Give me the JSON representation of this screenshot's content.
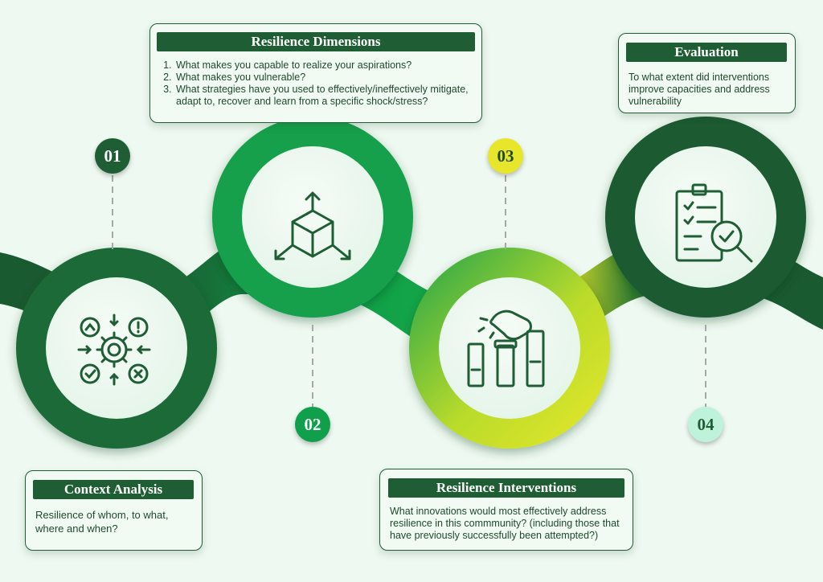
{
  "steps": [
    {
      "number": "01",
      "title": "Context Analysis",
      "text": "Resilience of whom, to what, where and when?"
    },
    {
      "number": "02",
      "title": "Resilience Dimensions",
      "items": [
        "What makes you capable to realize your aspirations?",
        "What makes you vulnerable?",
        " What strategies have you used to effectively/ineffectively mitigate, adapt to, recover and learn from a specific shock/stress?"
      ]
    },
    {
      "number": "03",
      "title": "Resilience Interventions",
      "text": "What innovations would most effectively address resilience in this commmunity? (including those that have previously successfully been attempted?)"
    },
    {
      "number": "04",
      "title": "Evaluation",
      "text": "To what extent did interventions improve capacities and address vulnerability"
    }
  ],
  "icons": [
    "context-analysis-gear-icon",
    "cube-arrows-icon",
    "hand-test-tubes-icon",
    "clipboard-magnifier-icon"
  ],
  "colors": {
    "dark_green": "#1f5e35",
    "mid_green": "#0aa64e",
    "yellow": "#e6e62a",
    "mint": "#bff2da"
  }
}
